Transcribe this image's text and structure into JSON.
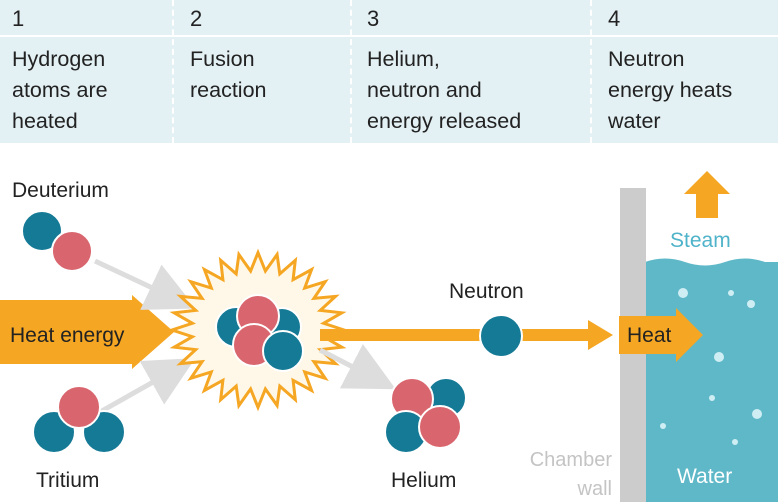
{
  "steps": [
    {
      "number": "1",
      "text": "Hydrogen\natoms are\nheated"
    },
    {
      "number": "2",
      "text": "Fusion\nreaction"
    },
    {
      "number": "3",
      "text": "Helium,\nneutron and\nenergy released"
    },
    {
      "number": "4",
      "text": "Neutron\nenergy heats\nwater"
    }
  ],
  "labels": {
    "deuterium": "Deuterium",
    "tritium": "Tritium",
    "heat_energy": "Heat energy",
    "neutron": "Neutron",
    "helium": "Helium",
    "heat": "Heat",
    "steam": "Steam",
    "water": "Water",
    "chamber_line1": "Chamber",
    "chamber_line2": "wall"
  },
  "colors": {
    "proton": "#d9666e",
    "neutron": "#157a96",
    "arrow_orange": "#f5a623",
    "water": "#5fb8c8",
    "steam_text": "#4fb3c9",
    "wall": "#cccccc",
    "header_bg": "#e3f0f4"
  }
}
